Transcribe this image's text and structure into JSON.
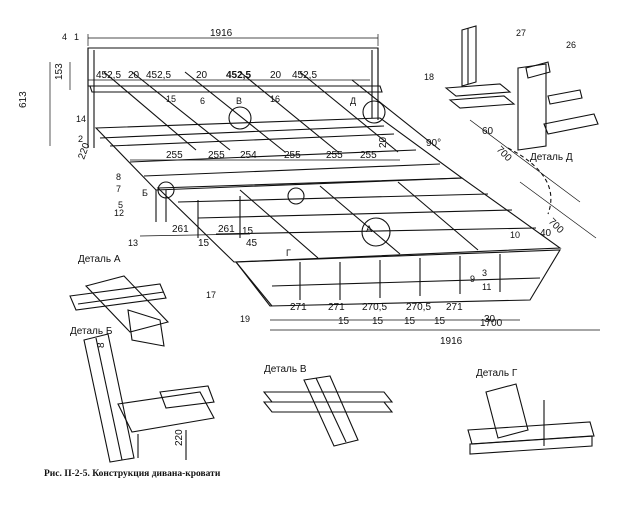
{
  "caption": "Рис. II-2-5. Конструкция дивана-кровати",
  "details": {
    "a": "Деталь А",
    "b": "Деталь Б",
    "v": "Деталь В",
    "g": "Деталь Г",
    "d": "Деталь Д"
  },
  "section_marks": {
    "a": "А",
    "b": "Б",
    "v": "В",
    "g": "Г",
    "d": "Д"
  },
  "dimensions": {
    "total_width_top": "1916",
    "total_width_bottom": "1916",
    "height": "613",
    "back_height": "153",
    "back_spacing": [
      "452,5",
      "452,5",
      "452,5",
      "452,5"
    ],
    "back_gaps": [
      "20",
      "20",
      "20"
    ],
    "mid_spacing": [
      "255",
      "255",
      "254",
      "255",
      "255",
      "255"
    ],
    "seat_depth": "700",
    "side_depth": "700",
    "lower_spacing": [
      "271",
      "271",
      "270,5",
      "270,5",
      "271"
    ],
    "lower_length": "1700",
    "lower_gaps": [
      "15",
      "15",
      "15",
      "15"
    ],
    "left_261": [
      "261",
      "261"
    ],
    "left_15": [
      "15",
      "15"
    ],
    "d220": "220",
    "det_b_220": "220",
    "angle": "90°",
    "d60": "60",
    "d20": "20",
    "d40": "40",
    "d45": "45",
    "d30": "30",
    "d8": "8"
  },
  "callouts": {
    "n1": "1",
    "n2": "2",
    "n3": "3",
    "n4": "4",
    "n5": "5",
    "n6": "6",
    "n7": "7",
    "n8": "8",
    "n9": "9",
    "n10": "10",
    "n11": "11",
    "n12": "12",
    "n13": "13",
    "n14": "14",
    "n15": "15",
    "n16": "16",
    "n17": "17",
    "n18": "18",
    "n19": "19",
    "n26": "26",
    "n27": "27"
  }
}
